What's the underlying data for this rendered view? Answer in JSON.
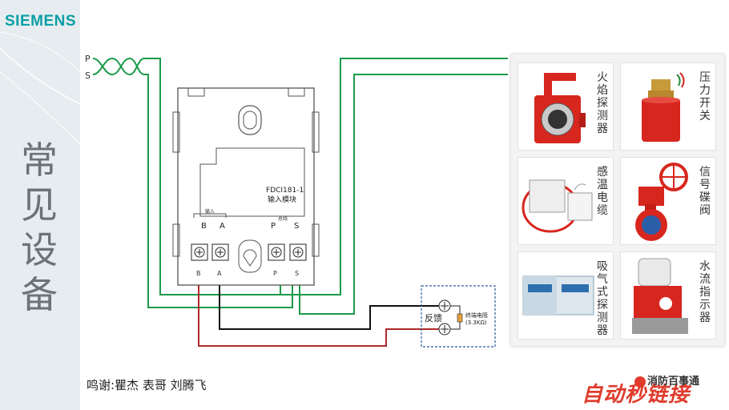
{
  "brand": "SIEMENS",
  "title": "常见设备",
  "diagram": {
    "bus_p": "P",
    "bus_s": "S",
    "module_model": "FDCI181-1",
    "module_name": "输入模块",
    "input_label": "输入",
    "bus_label": "总线",
    "top_terms": [
      "B",
      "A",
      "P",
      "S"
    ],
    "bottom_terms": [
      "B",
      "A",
      "P",
      "S"
    ],
    "feedback": "反馈",
    "resistor_label": "终端电阻",
    "resistor_value": "(3.3KΩ)"
  },
  "devices": [
    {
      "name": "火焰探测器"
    },
    {
      "name": "压力开关"
    },
    {
      "name": "感温电缆"
    },
    {
      "name": "信号碟阀"
    },
    {
      "name": "吸气式探测器"
    },
    {
      "name": "水流指示器"
    }
  ],
  "credits": "鸣谢:瞿杰  表哥  刘腾飞",
  "watermark": "自动秒链接",
  "logo_text": "消防百事通",
  "colors": {
    "brand": "#0a9fa6",
    "wire_green": "#1a9a4a",
    "wire_red": "#b02a2a",
    "wire_black": "#111111",
    "accent_red": "#e03b2c"
  }
}
